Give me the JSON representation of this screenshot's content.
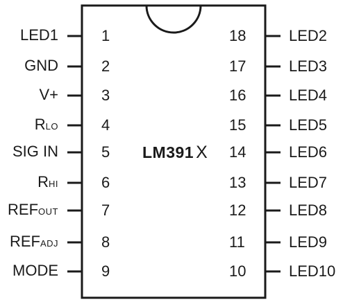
{
  "chip": {
    "name": "LM391",
    "variant": "X"
  },
  "left_pins": [
    {
      "num": "1",
      "label": "LED1",
      "sub": ""
    },
    {
      "num": "2",
      "label": "GND",
      "sub": ""
    },
    {
      "num": "3",
      "label": "V+",
      "sub": ""
    },
    {
      "num": "4",
      "label": "R",
      "sub": "LO"
    },
    {
      "num": "5",
      "label": "SIG IN",
      "sub": ""
    },
    {
      "num": "6",
      "label": "R",
      "sub": "HI"
    },
    {
      "num": "7",
      "label": "REF",
      "sub": "OUT"
    },
    {
      "num": "8",
      "label": "REF",
      "sub": "ADJ"
    },
    {
      "num": "9",
      "label": "MODE",
      "sub": ""
    }
  ],
  "right_pins": [
    {
      "num": "18",
      "label": "LED2"
    },
    {
      "num": "17",
      "label": "LED3"
    },
    {
      "num": "16",
      "label": "LED4"
    },
    {
      "num": "15",
      "label": "LED5"
    },
    {
      "num": "14",
      "label": "LED6"
    },
    {
      "num": "13",
      "label": "LED7"
    },
    {
      "num": "12",
      "label": "LED8"
    },
    {
      "num": "11",
      "label": "LED9"
    },
    {
      "num": "10",
      "label": "LED10"
    }
  ]
}
